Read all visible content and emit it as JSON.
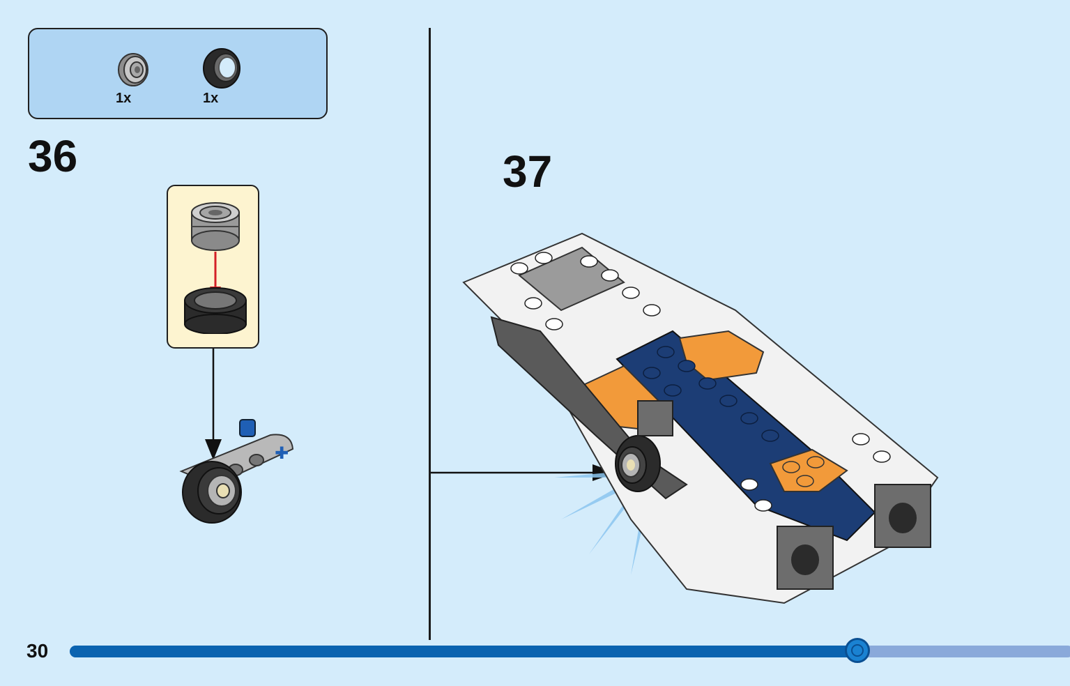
{
  "parts_list": {
    "items": [
      {
        "icon": "rim-icon",
        "qty": "1x"
      },
      {
        "icon": "tire-icon",
        "qty": "1x"
      }
    ]
  },
  "steps": [
    {
      "number": "36"
    },
    {
      "number": "37"
    }
  ],
  "footer": {
    "page_number": "30",
    "progress_fraction": 0.79
  },
  "colors": {
    "background": "#d4ecfb",
    "parts_box": "#afd5f3",
    "callout": "#fdf4d0",
    "progress": "#0a63b0",
    "progress_track": "#8aa9da",
    "orange": "#f29a3a",
    "navy": "#1c3d75",
    "arrow_red": "#d42027"
  }
}
